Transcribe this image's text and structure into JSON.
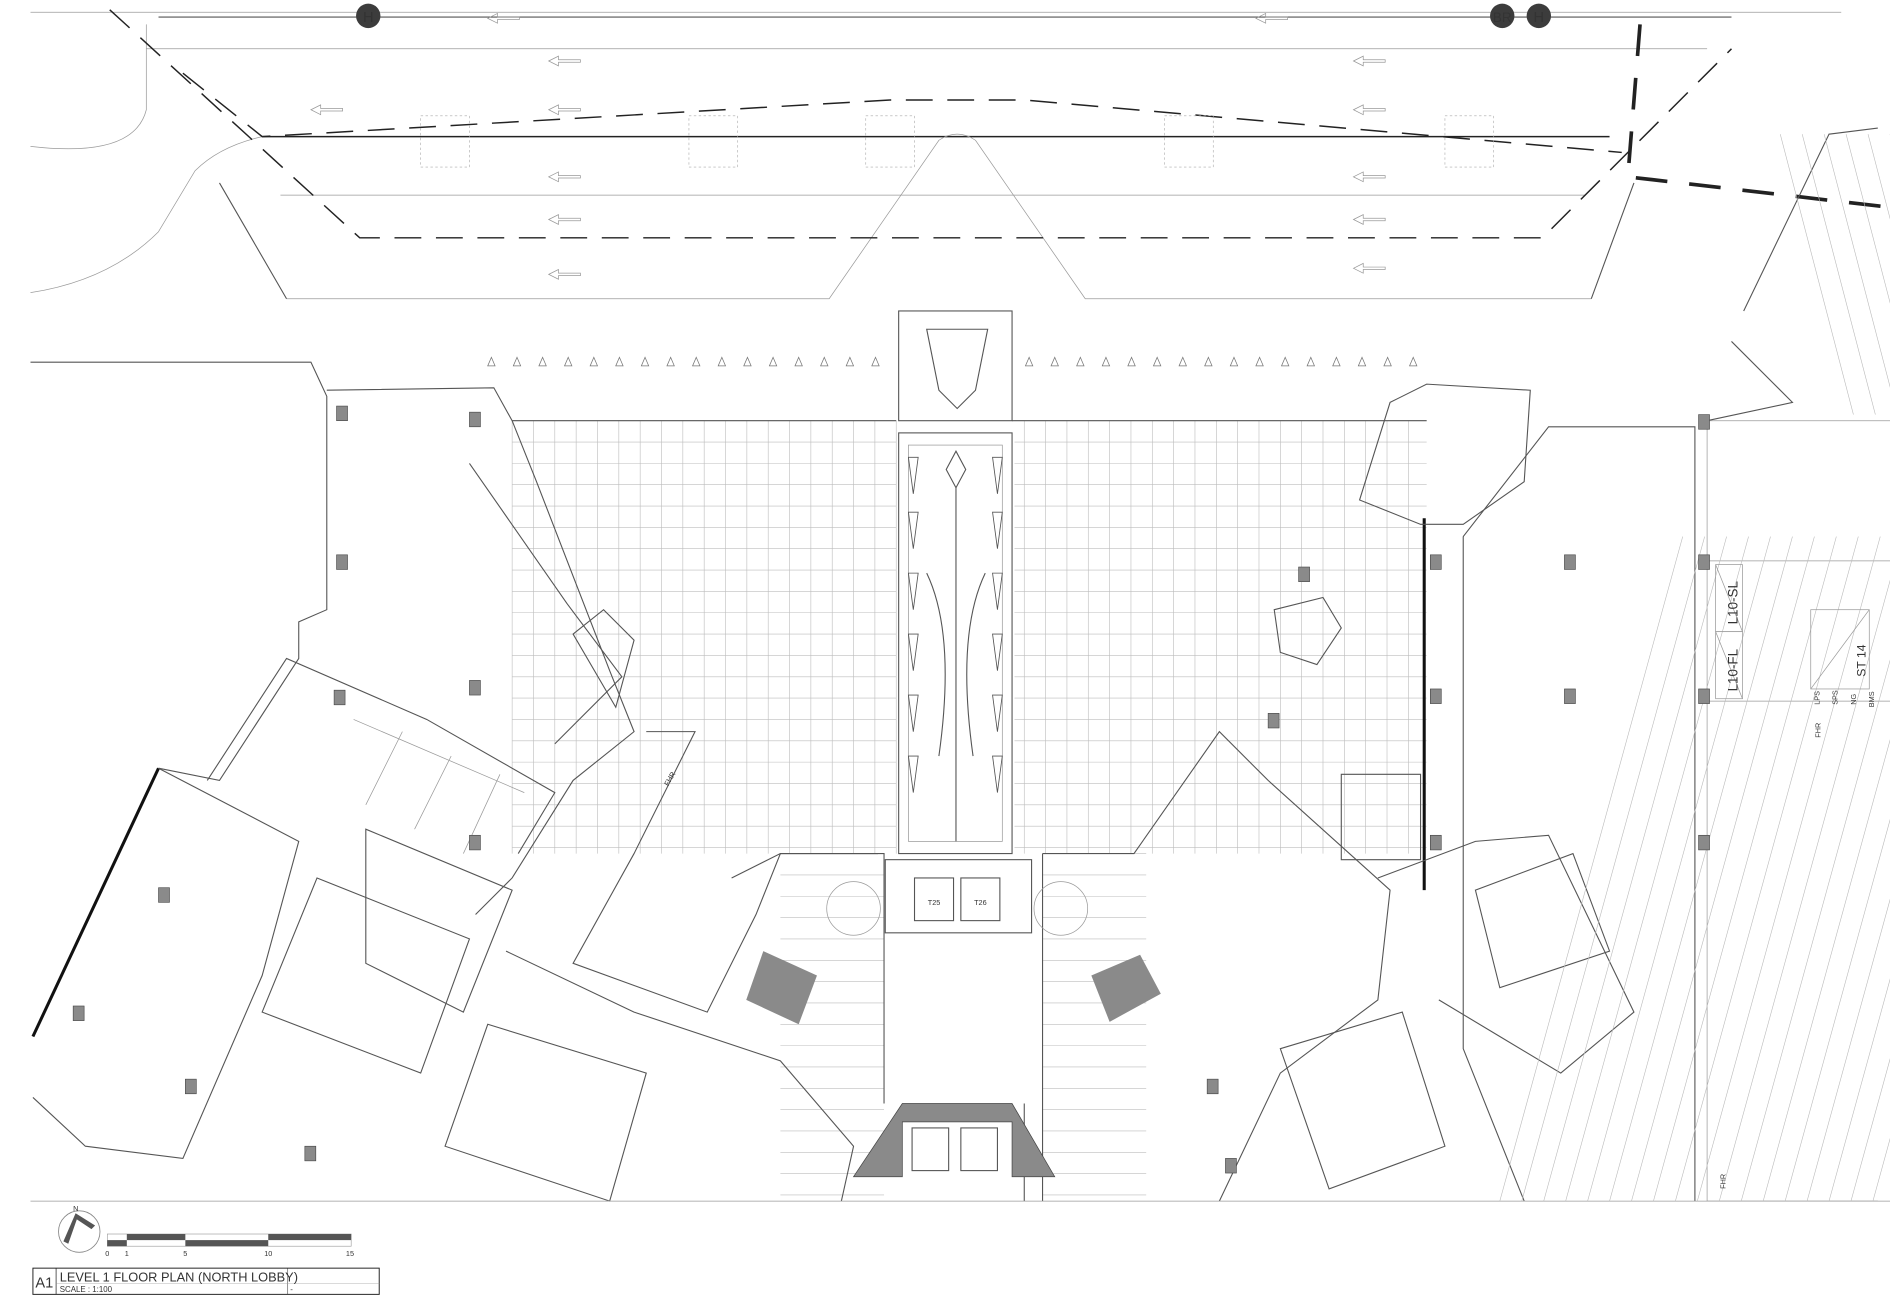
{
  "drawing": {
    "sheet_id": "A1",
    "title": "LEVEL 1 FLOOR PLAN (NORTH LOBBY)",
    "scale": "SCALE : 1:100",
    "note": "-"
  },
  "north_arrow": {
    "label": "N"
  },
  "scale_bar": {
    "ticks": [
      "0",
      "1",
      "5",
      "10",
      "15"
    ]
  },
  "road_markers": [
    {
      "label": "H"
    },
    {
      "label": "BR"
    },
    {
      "label": "H"
    }
  ],
  "room_labels": {
    "lift_sl": "L10-SL",
    "lift_fl": "L10-FL",
    "stair": "ST 14",
    "lps": "LPS",
    "sps": "SPS",
    "ng": "NG",
    "bms": "BMS",
    "fhr_1": "FHR",
    "fhr_2": "FHR",
    "fhr_3": "FHR",
    "lift_a": "T25",
    "lift_b": "T26"
  },
  "colors": {
    "line": "#555555",
    "fill_grey": "#8a8a8a",
    "marker": "#3c3c3c"
  }
}
